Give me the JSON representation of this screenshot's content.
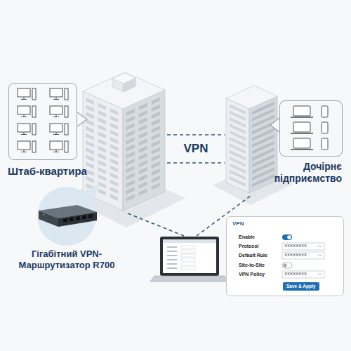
{
  "diagram": {
    "nodes": [
      {
        "text": [
          "Штаб-квартира"
        ]
      },
      {
        "text": [
          "Дочірнє підприємство"
        ]
      },
      {
        "text": [
          "Гігабітний VPN-Маршрутизатор R700"
        ]
      },
      {
        "text": [
          "VPN"
        ]
      },
      {
        "text": [
          "Save & Apply"
        ],
        "in": 3
      }
    ],
    "labels": [
      "VPN",
      "Enable",
      "Protocol",
      "XXXXXXXX",
      "Default Rule",
      "XXXXXXXX",
      "Site-to-Site",
      "VPN Policy",
      "XXXXXXXX"
    ]
  }
}
